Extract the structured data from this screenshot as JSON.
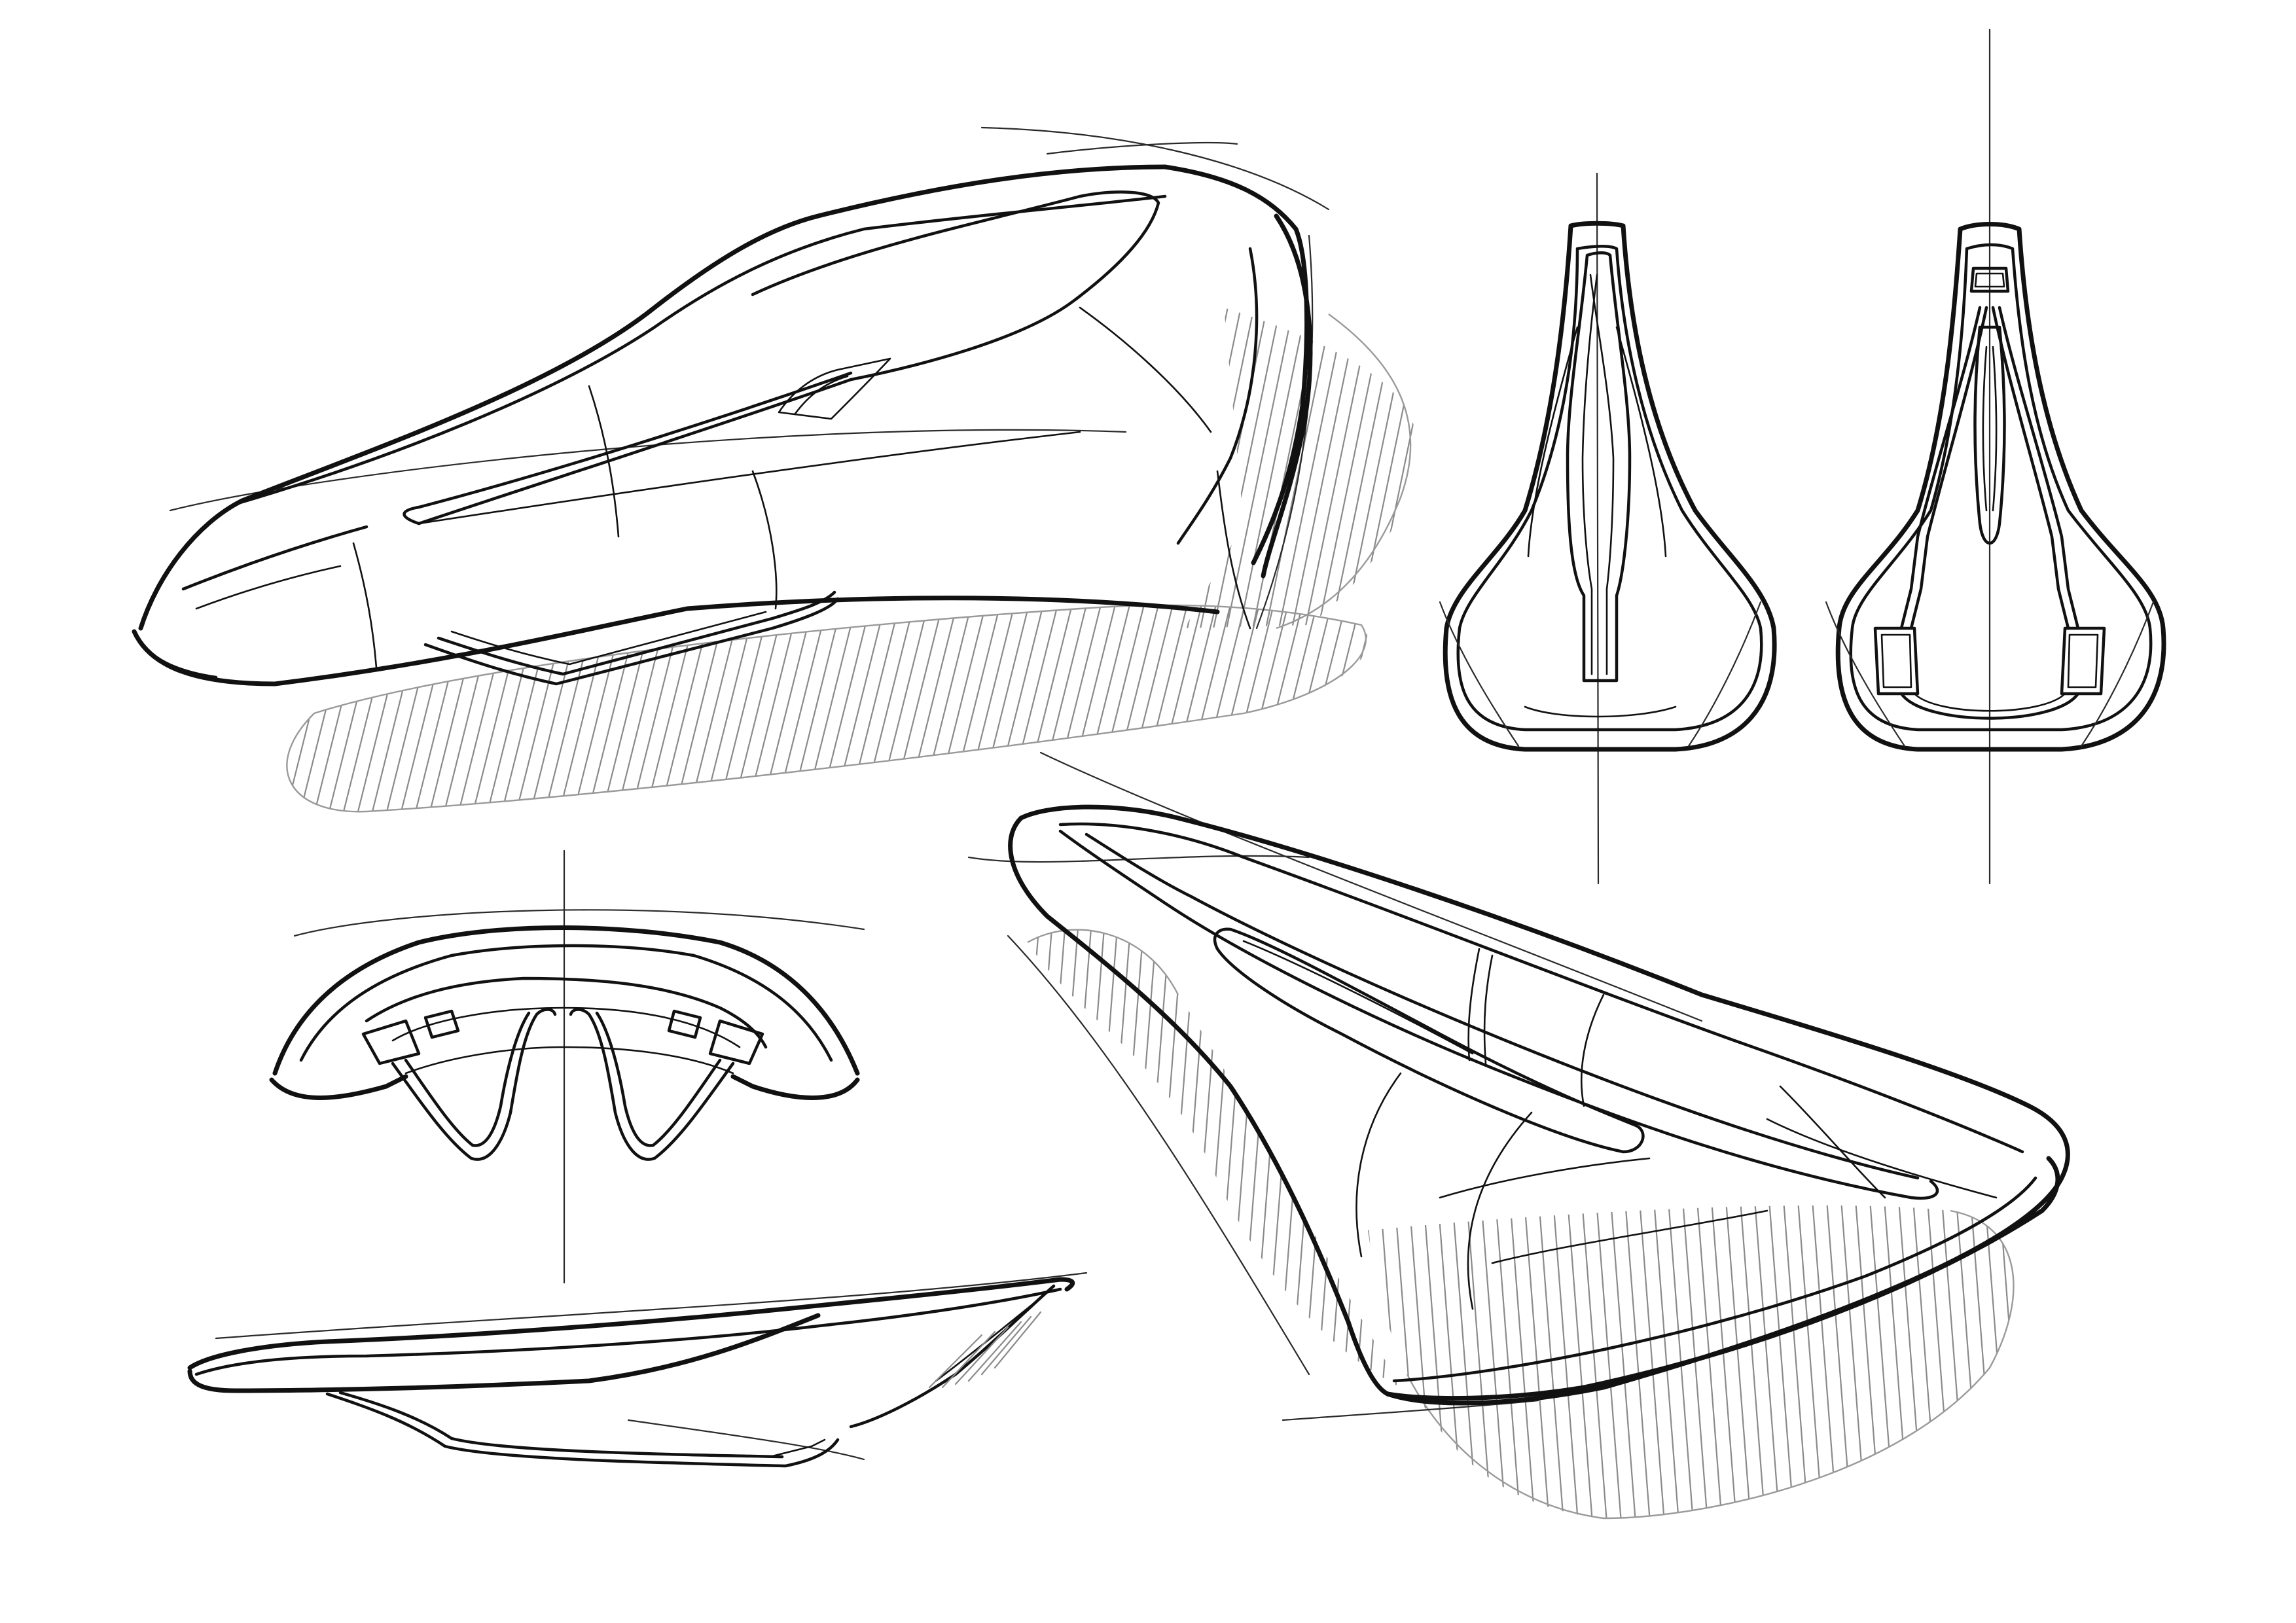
{
  "sheet": {
    "background": "#ffffff",
    "ink_color": "#111111",
    "hatch_color": "#8a8a8a",
    "views": [
      {
        "name": "perspective-front-three-quarter"
      },
      {
        "name": "top-view"
      },
      {
        "name": "bottom-view"
      },
      {
        "name": "rear-view"
      },
      {
        "name": "side-view"
      },
      {
        "name": "perspective-rear-three-quarter"
      }
    ]
  }
}
